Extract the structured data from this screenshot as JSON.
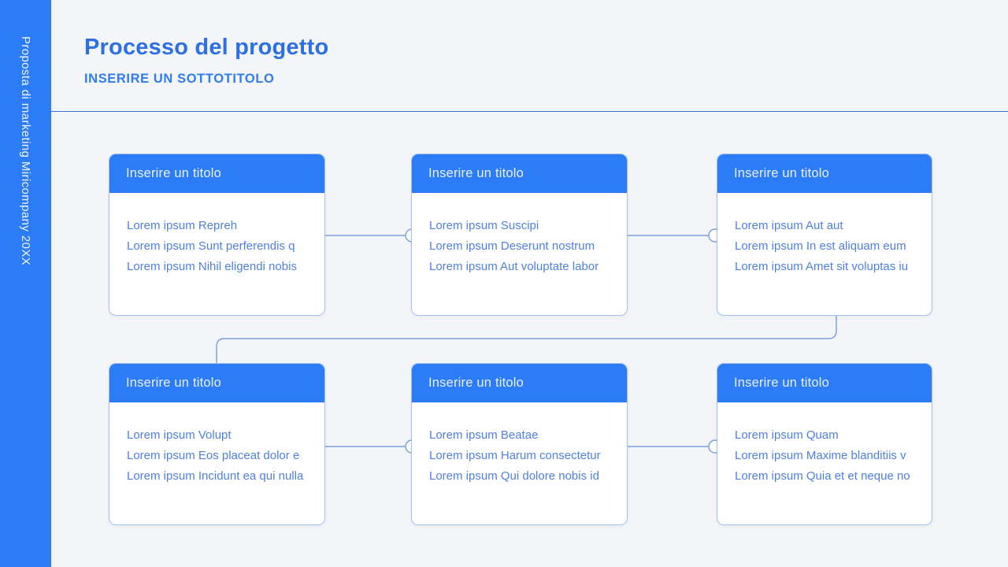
{
  "slide": {
    "sidebar_label": "Proposta di marketing Miricompany 20XX",
    "title": "Processo del progetto",
    "subtitle": "INSERIRE UN SOTTOTITOLO"
  },
  "cards": [
    {
      "title": "Inserire un titolo",
      "items": [
        "Lorem ipsum Repreh",
        "Lorem ipsum Sunt perferendis q",
        "Lorem ipsum Nihil eligendi nobis"
      ]
    },
    {
      "title": "Inserire un titolo",
      "items": [
        "Lorem ipsum Suscipi",
        "Lorem ipsum Deserunt nostrum",
        "Lorem ipsum Aut voluptate labor"
      ]
    },
    {
      "title": "Inserire un titolo",
      "items": [
        "Lorem ipsum Aut aut",
        "Lorem ipsum In est aliquam eum",
        "Lorem ipsum Amet sit voluptas iu"
      ]
    },
    {
      "title": "Inserire un titolo",
      "items": [
        "Lorem ipsum Volupt",
        "Lorem ipsum Eos placeat dolor e",
        "Lorem ipsum Incidunt ea qui nulla"
      ]
    },
    {
      "title": "Inserire un titolo",
      "items": [
        "Lorem ipsum Beatae",
        "Lorem ipsum Harum consectetur",
        "Lorem ipsum Qui dolore nobis id"
      ]
    },
    {
      "title": "Inserire un titolo",
      "items": [
        "Lorem ipsum Quam",
        "Lorem ipsum Maxime blanditiis v",
        "Lorem ipsum Quia et et neque no"
      ]
    }
  ],
  "colors": {
    "accent_blue": "#2c7bf7",
    "title_blue": "#2d6fe4",
    "body_text_blue": "#4f80df",
    "card_border": "#a3bfec",
    "connector": "#7a9fdc",
    "divider": "#3e73ce",
    "background": "#f3f5f9",
    "card_background": "#ffffff"
  }
}
